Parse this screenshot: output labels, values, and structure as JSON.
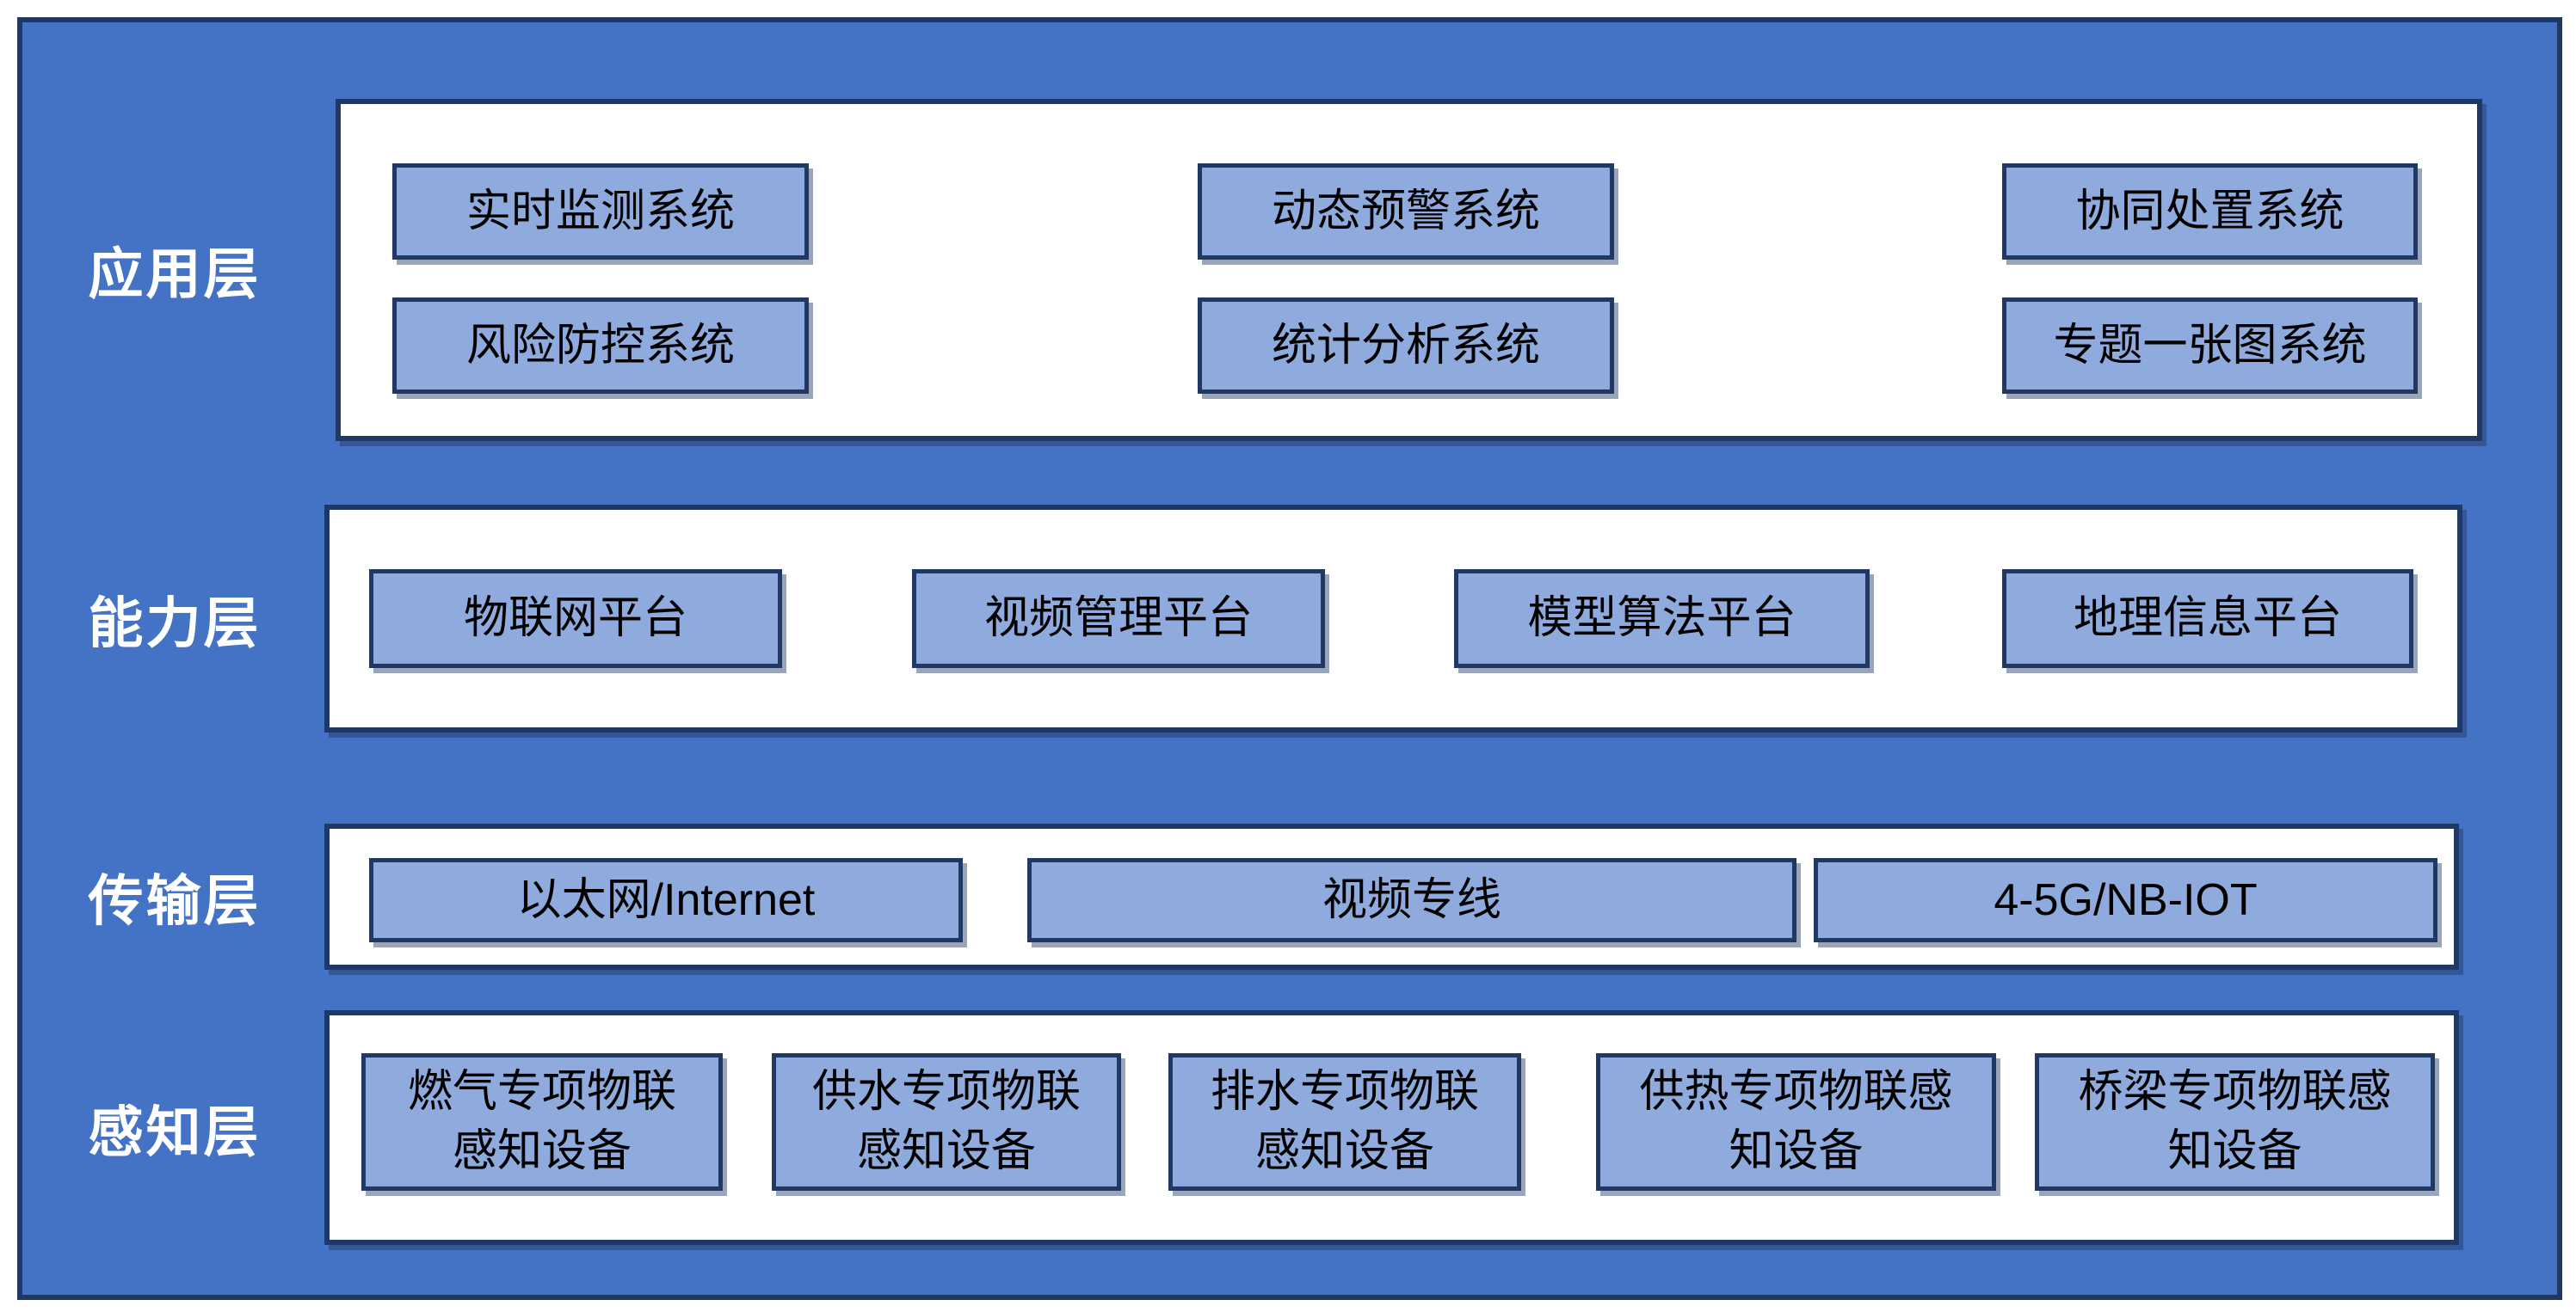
{
  "colors": {
    "outer_bg": "#4472C4",
    "panel_bg": "#FFFFFF",
    "box_bg": "#8FAADC",
    "border": "#1F3864",
    "label_text": "#FFFFFF",
    "box_text": "#000000"
  },
  "layers": [
    {
      "label": "应用层",
      "boxes": [
        {
          "label": "实时监测系统"
        },
        {
          "label": "动态预警系统"
        },
        {
          "label": "协同处置系统"
        },
        {
          "label": "风险防控系统"
        },
        {
          "label": "统计分析系统"
        },
        {
          "label": "专题一张图系统"
        }
      ]
    },
    {
      "label": "能力层",
      "boxes": [
        {
          "label": "物联网平台"
        },
        {
          "label": "视频管理平台"
        },
        {
          "label": "模型算法平台"
        },
        {
          "label": "地理信息平台"
        }
      ]
    },
    {
      "label": "传输层",
      "boxes": [
        {
          "label": "以太网/Internet"
        },
        {
          "label": "视频专线"
        },
        {
          "label": "4-5G/NB-IOT"
        }
      ]
    },
    {
      "label": "感知层",
      "boxes": [
        {
          "label": "燃气专项物联\n感知设备"
        },
        {
          "label": "供水专项物联\n感知设备"
        },
        {
          "label": "排水专项物联\n感知设备"
        },
        {
          "label": "供热专项物联感\n知设备"
        },
        {
          "label": "桥梁专项物联感\n知设备"
        }
      ]
    }
  ]
}
